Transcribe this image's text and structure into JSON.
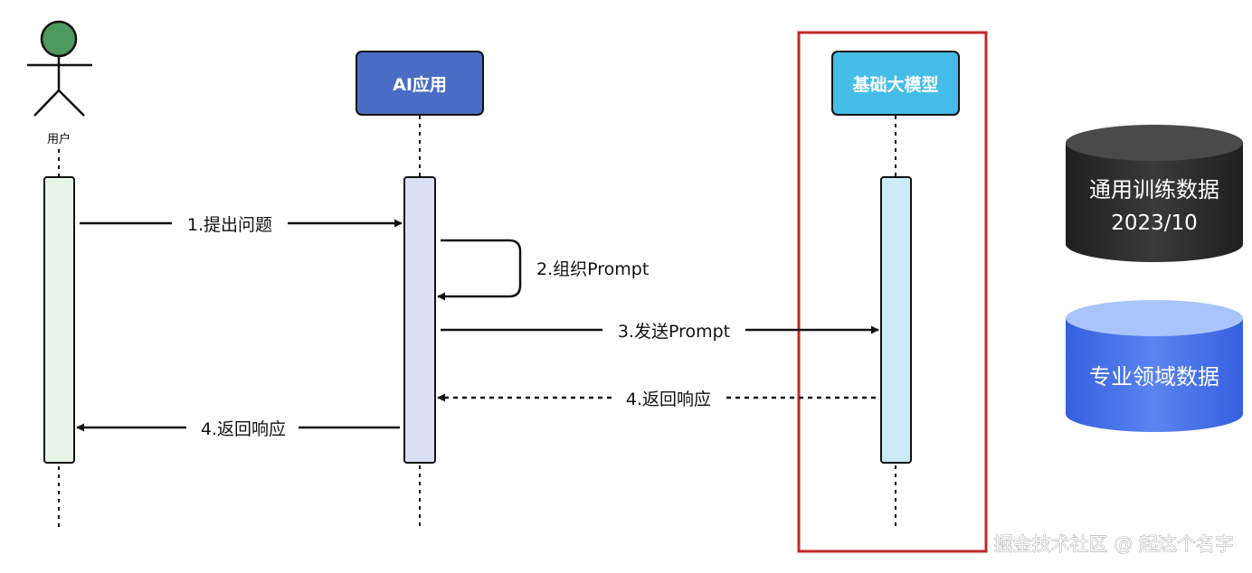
{
  "participants": {
    "user": {
      "label": "用户"
    },
    "app": {
      "label": "AI应用"
    },
    "model": {
      "label": "基础大模型"
    }
  },
  "messages": {
    "ask": "1.提出问题",
    "build_prompt": "2.组织Prompt",
    "send_prompt": "3.发送Prompt",
    "model_response": "4.返回响应",
    "app_response": "4.返回响应"
  },
  "data_stores": {
    "training": {
      "line1": "通用训练数据",
      "line2": "2023/10"
    },
    "domain": {
      "label": "专业领域数据"
    }
  },
  "watermark": "掘金技术社区 @ 起这个名字",
  "colors": {
    "user_head": "#4e9a5e",
    "user_bar": "#e6f4e8",
    "app_box": "#4a6cc4",
    "app_bar": "#dcdff4",
    "model_box": "#45bde8",
    "model_bar": "#cdebf7",
    "highlight_frame": "#c0282a",
    "db_dark": "#2a2a2a",
    "db_blue": "#3f6de6"
  }
}
